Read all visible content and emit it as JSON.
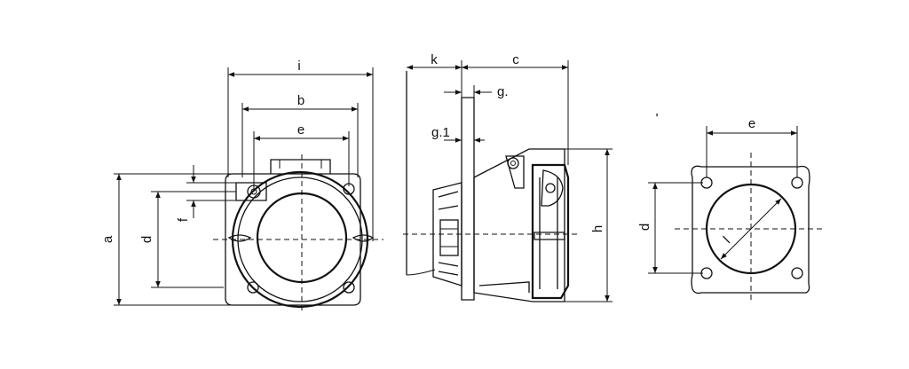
{
  "labels": {
    "front_i": "i",
    "front_b": "b",
    "front_e": "e",
    "front_a": "a",
    "front_d": "d",
    "front_f": "f",
    "side_k": "k",
    "side_c": "c",
    "side_g": "g.",
    "side_g1": "g.1",
    "side_h": "h",
    "cut_mark": "'",
    "cut_e": "e",
    "cut_d": "d",
    "cut_l": "l"
  }
}
